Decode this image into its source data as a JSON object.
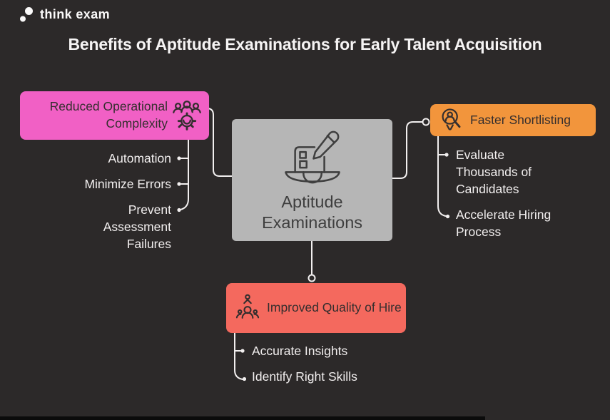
{
  "background_color": "#2c2929",
  "line_color": "#f2efef",
  "logo": {
    "label": "think exam",
    "icon": "thinkexam-logo-icon"
  },
  "title": "Benefits of Aptitude Examinations for Early Talent Acquisition",
  "center_node": {
    "label": "Aptitude Examinations",
    "color": "#b6b6b6",
    "text_color": "#3e3e3e",
    "icon": "laptop-exam-icon"
  },
  "branches": {
    "reduced": {
      "label": "Reduced Operational Complexity",
      "color": "#f160c5",
      "icon": "team-gear-icon",
      "items": [
        "Automation",
        "Minimize Errors",
        "Prevent Assessment Failures"
      ]
    },
    "faster": {
      "label": "Faster Shortlisting",
      "color": "#f2953c",
      "icon": "candidate-search-icon",
      "items": [
        "Evaluate Thousands of Candidates",
        "Accelerate Hiring Process"
      ]
    },
    "improved": {
      "label": "Improved Quality of Hire",
      "color": "#f4695e",
      "icon": "quality-hire-icon",
      "items": [
        "Accurate Insights",
        "Identify Right Skills"
      ]
    }
  }
}
